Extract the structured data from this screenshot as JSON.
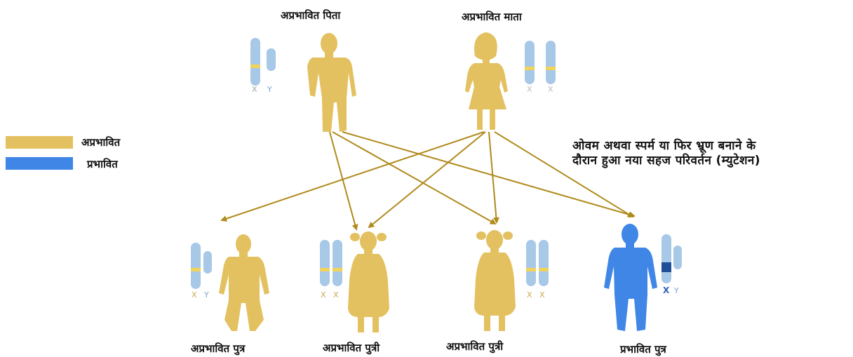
{
  "colors": {
    "unaffected": "#e3c160",
    "affected": "#3f86e6",
    "arrow": "#b08a1c",
    "chrom_light": "#a8c8e8",
    "chrom_band": "#f2d35a",
    "mutation_band": "#1f4f96"
  },
  "parents": {
    "father_label": "अप्रभावित पिता",
    "mother_label": "अप्रभावित माता"
  },
  "children": [
    {
      "label": "अप्रभावित पुत्र"
    },
    {
      "label": "अप्रभावित पुत्री"
    },
    {
      "label": "अप्रभावित पुत्री"
    },
    {
      "label": "प्रभावित पुत्र"
    }
  ],
  "legend": {
    "unaffected": "अप्रभावित",
    "affected": "प्रभावित"
  },
  "chromosome_marks": {
    "x": "X",
    "y": "Y"
  },
  "annotation": {
    "line1": "ओवम अथवा स्पर्म या फिर भ्रूण बनाने के",
    "line2": "दौरान हुआ नया सहज परिवर्तन (म्युटेशन)"
  }
}
